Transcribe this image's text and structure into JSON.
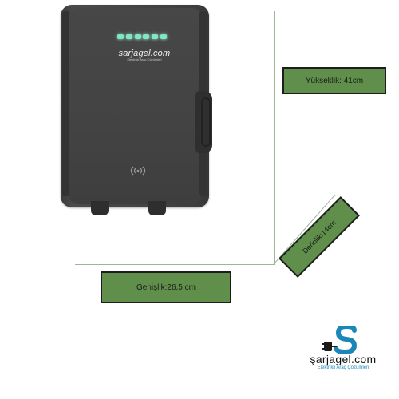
{
  "device": {
    "brand_name": "sarjagel.com",
    "brand_tagline": "Elektrikli Araç Çözümleri"
  },
  "dimensions": {
    "height_label": "Yükseklik: 41cm",
    "width_label": "Genişlik:26,5 cm",
    "depth_label": "Derinlik:14cm"
  },
  "logo": {
    "name": "şarjagel.com",
    "tagline": "Elektrikli Araç Çözümleri"
  },
  "colors": {
    "label_fill": "#5f8f4b",
    "led": "#7fe7c7",
    "logo_blue": "#1b87b8",
    "device_body": "#444444"
  },
  "icons": {
    "rfid": "rfid-icon",
    "logo_mark": "plug-s-logo-icon"
  }
}
